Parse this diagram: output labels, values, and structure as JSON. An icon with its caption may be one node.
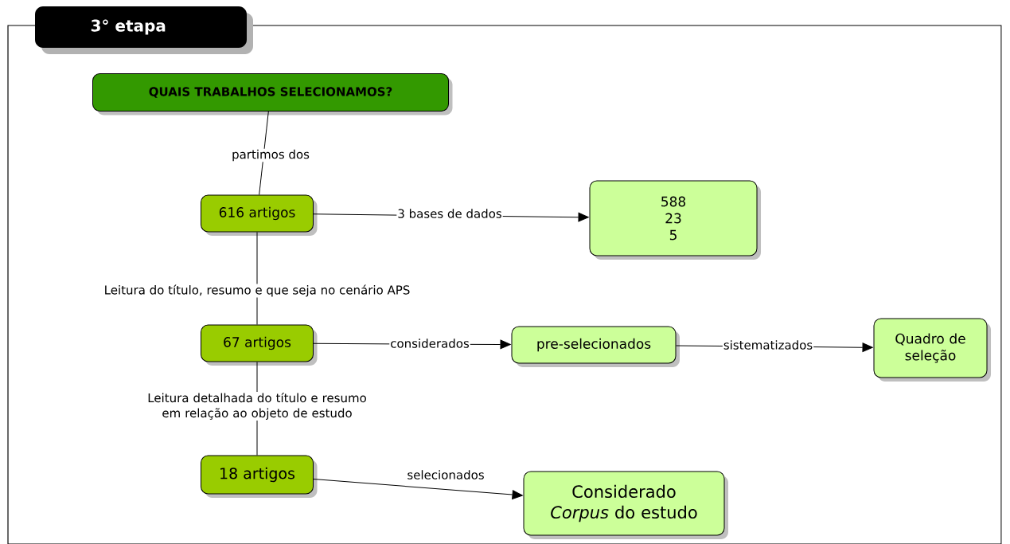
{
  "diagram": {
    "title": "3° etapa",
    "nodes": [
      {
        "text": [
          "QUAIS TRABALHOS SELECIONAMOS?"
        ]
      },
      {
        "text": [
          "616 artigos"
        ]
      },
      {
        "text": [
          "588",
          "23",
          "5"
        ]
      },
      {
        "text": [
          "67 artigos"
        ]
      },
      {
        "text": [
          "pre-selecionados"
        ]
      },
      {
        "text": [
          "Quadro de seleção"
        ]
      },
      {
        "text": [
          "18 artigos"
        ]
      },
      {
        "text": [
          "Considerado *Corpus* do estudo"
        ]
      }
    ],
    "edges": [
      {
        "from": 0,
        "to": 1,
        "arrow": "none",
        "label": "partimos dos"
      },
      {
        "from": 1,
        "to": 2,
        "arrow": "to",
        "label": "3 bases de dados"
      },
      {
        "from": 1,
        "to": 3,
        "arrow": "none",
        "label": "Leitura do título, resumo e que seja no cenário APS"
      },
      {
        "from": 3,
        "to": 4,
        "arrow": "to",
        "label": "considerados"
      },
      {
        "from": 4,
        "to": 5,
        "arrow": "to",
        "label": "sistematizados"
      },
      {
        "from": 3,
        "to": 6,
        "arrow": "none",
        "label": "Leitura detalhada do título e resumo em relação ao objeto de estudo"
      },
      {
        "from": 6,
        "to": 7,
        "arrow": "to",
        "label": "selecionados"
      }
    ]
  }
}
